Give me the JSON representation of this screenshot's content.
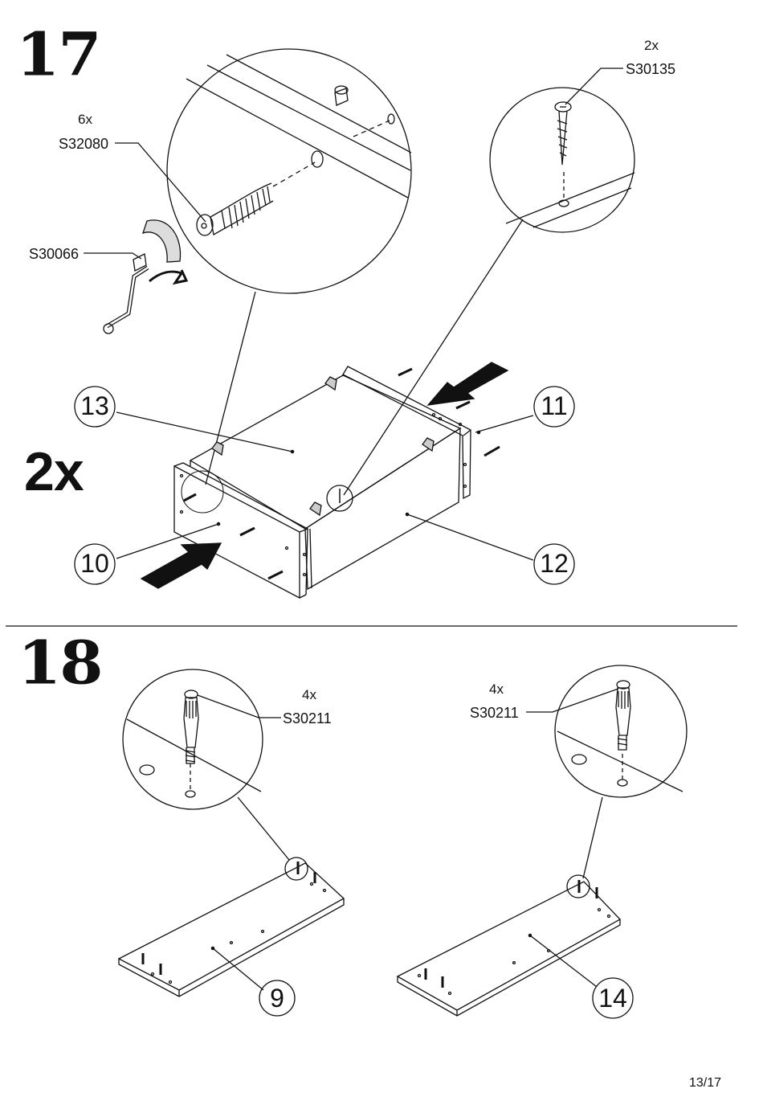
{
  "steps": [
    {
      "number": "17",
      "multiplier": "2x",
      "hardware": [
        {
          "qty": "6x",
          "code": "S32080"
        },
        {
          "qty": "",
          "code": "S30066"
        },
        {
          "qty": "2x",
          "code": "S30135"
        }
      ],
      "parts": [
        "13",
        "11",
        "10",
        "12"
      ]
    },
    {
      "number": "18",
      "hardware": [
        {
          "qty": "4x",
          "code": "S30211"
        },
        {
          "qty": "4x",
          "code": "S30211"
        }
      ],
      "parts": [
        "9",
        "14"
      ]
    }
  ],
  "page_indicator": "13/17"
}
